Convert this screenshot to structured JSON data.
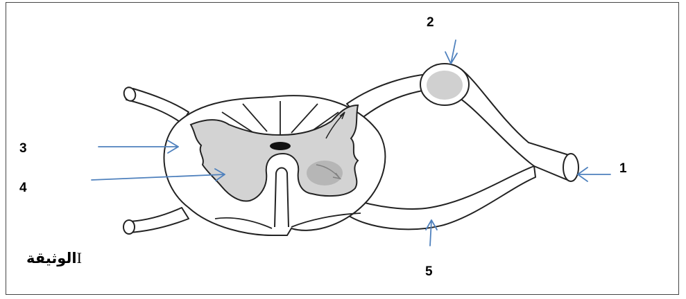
{
  "document": {
    "caption_word": "الوثيقة",
    "caption_roman": "I"
  },
  "labels": [
    {
      "id": "1",
      "text": "1"
    },
    {
      "id": "2",
      "text": "2"
    },
    {
      "id": "3",
      "text": "3"
    },
    {
      "id": "4",
      "text": "4"
    },
    {
      "id": "5",
      "text": "5"
    }
  ],
  "colors": {
    "arrow": "#4f81bd",
    "outline": "#222222",
    "grey_matter": "#d3d3d3",
    "ganglion": "#d0d0d0",
    "canal": "#111111"
  }
}
